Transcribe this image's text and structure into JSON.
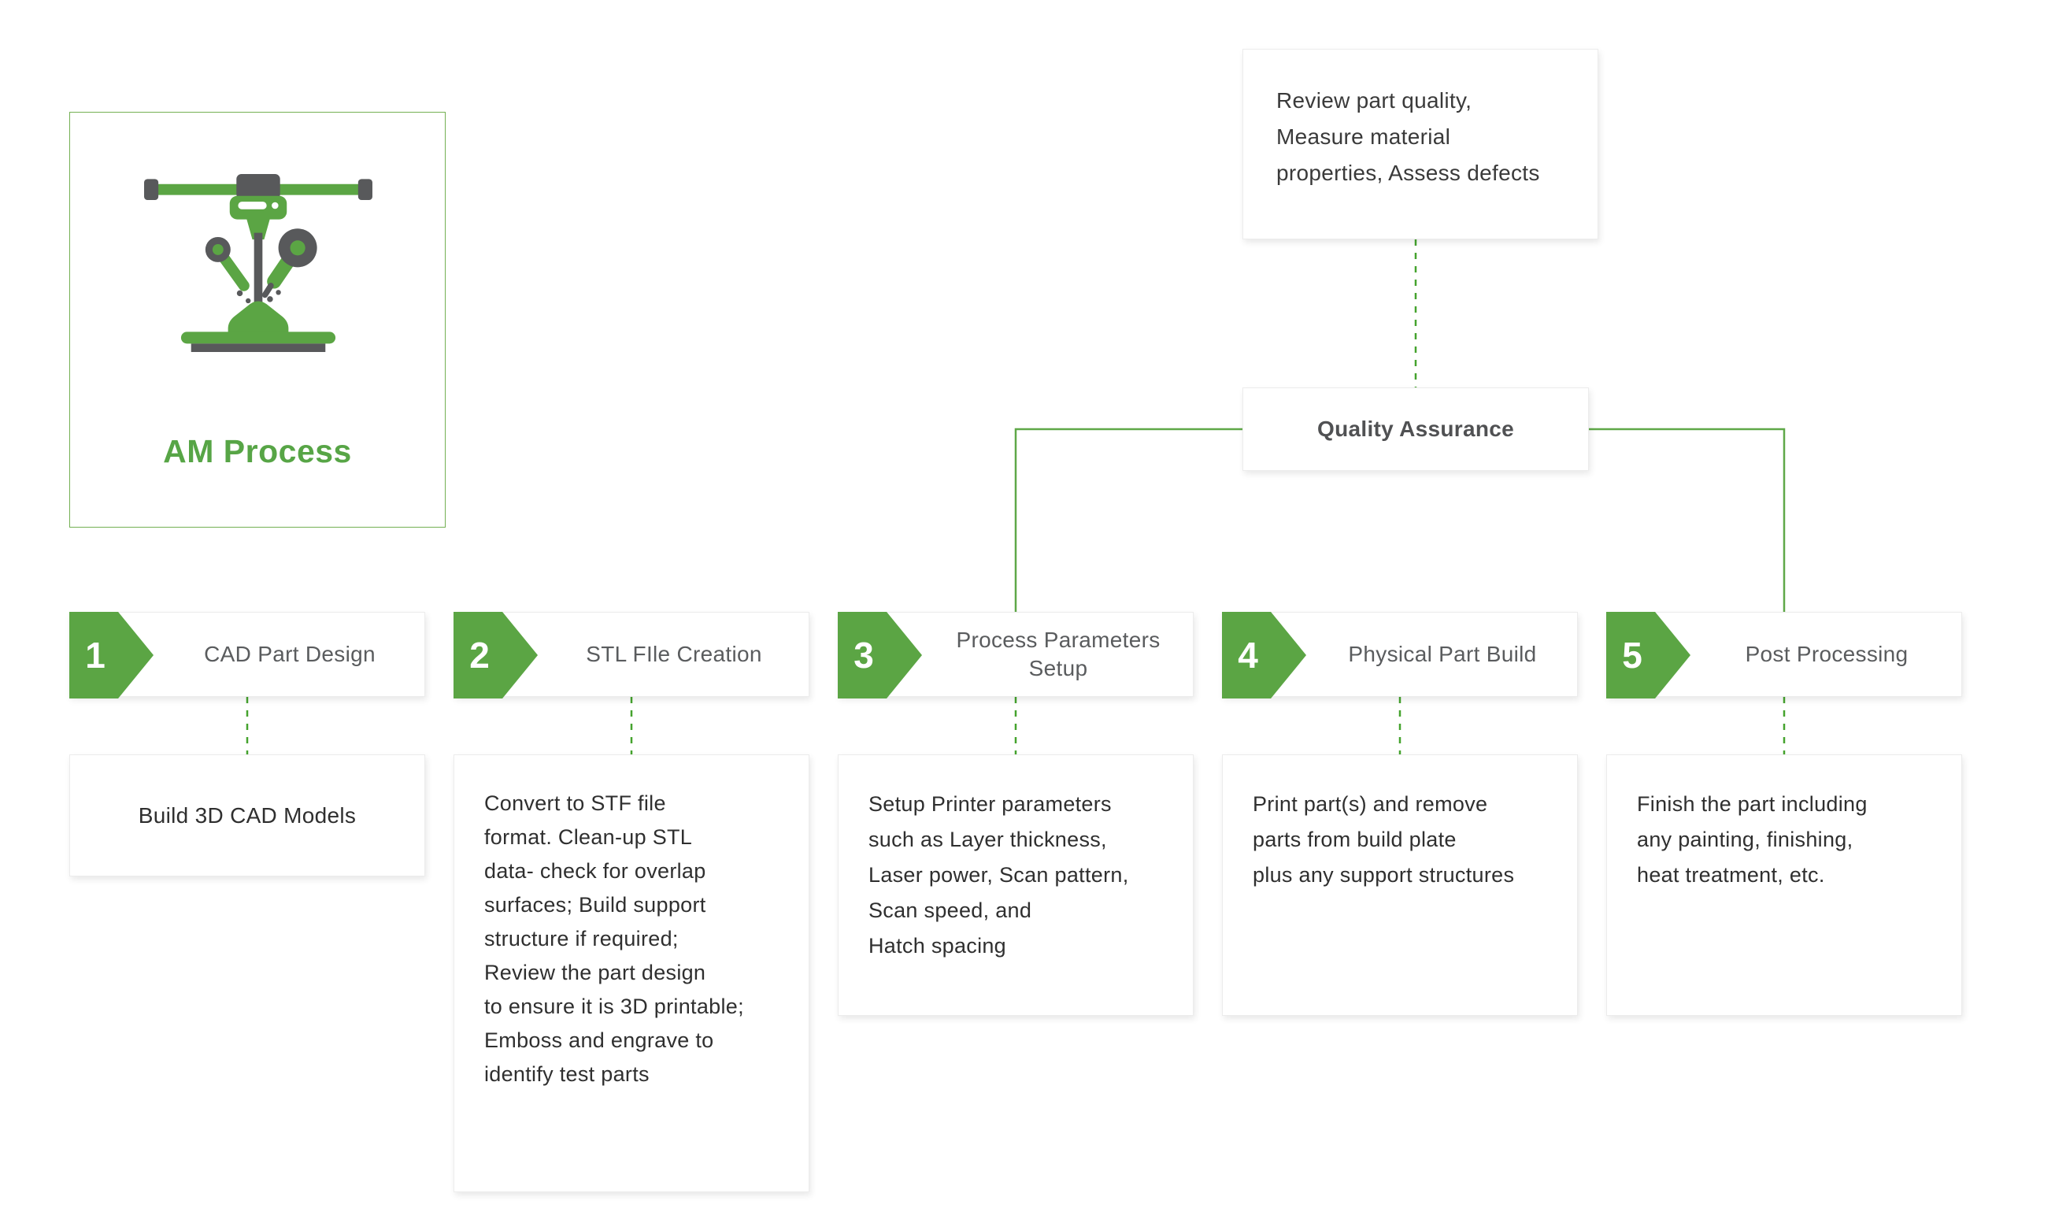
{
  "palette": {
    "green_fill": "#5ba544",
    "green_border": "#74b053",
    "green_line_solid": "#5fa848",
    "green_line_dashed": "#45a32e",
    "dark_gray": "#58595b",
    "label_gray": "#5a5c5e",
    "text_dark": "#2f2f2f"
  },
  "am_card": {
    "title": "AM Process",
    "icon": "3d-printer-icon"
  },
  "quality": {
    "label": "Quality Assurance",
    "note": "Review part quality,\nMeasure material\nproperties, Assess defects"
  },
  "steps": [
    {
      "number": "1",
      "label": "CAD Part Design",
      "description": "Build 3D CAD Models"
    },
    {
      "number": "2",
      "label": "STL FIle Creation",
      "description": "Convert to STF file\nformat. Clean-up STL\ndata- check for overlap\nsurfaces; Build support\nstructure if required;\nReview the part design\nto ensure it is 3D printable;\nEmboss and engrave to\nidentify test parts"
    },
    {
      "number": "3",
      "label": "Process Parameters\nSetup",
      "description": "Setup Printer parameters\nsuch as Layer thickness,\nLaser power, Scan pattern,\nScan speed, and\nHatch spacing"
    },
    {
      "number": "4",
      "label": "Physical Part Build",
      "description": "Print part(s) and remove\nparts from build plate\nplus any support structures"
    },
    {
      "number": "5",
      "label": "Post Processing",
      "description": "Finish the part including\nany painting, finishing,\nheat treatment, etc."
    }
  ]
}
